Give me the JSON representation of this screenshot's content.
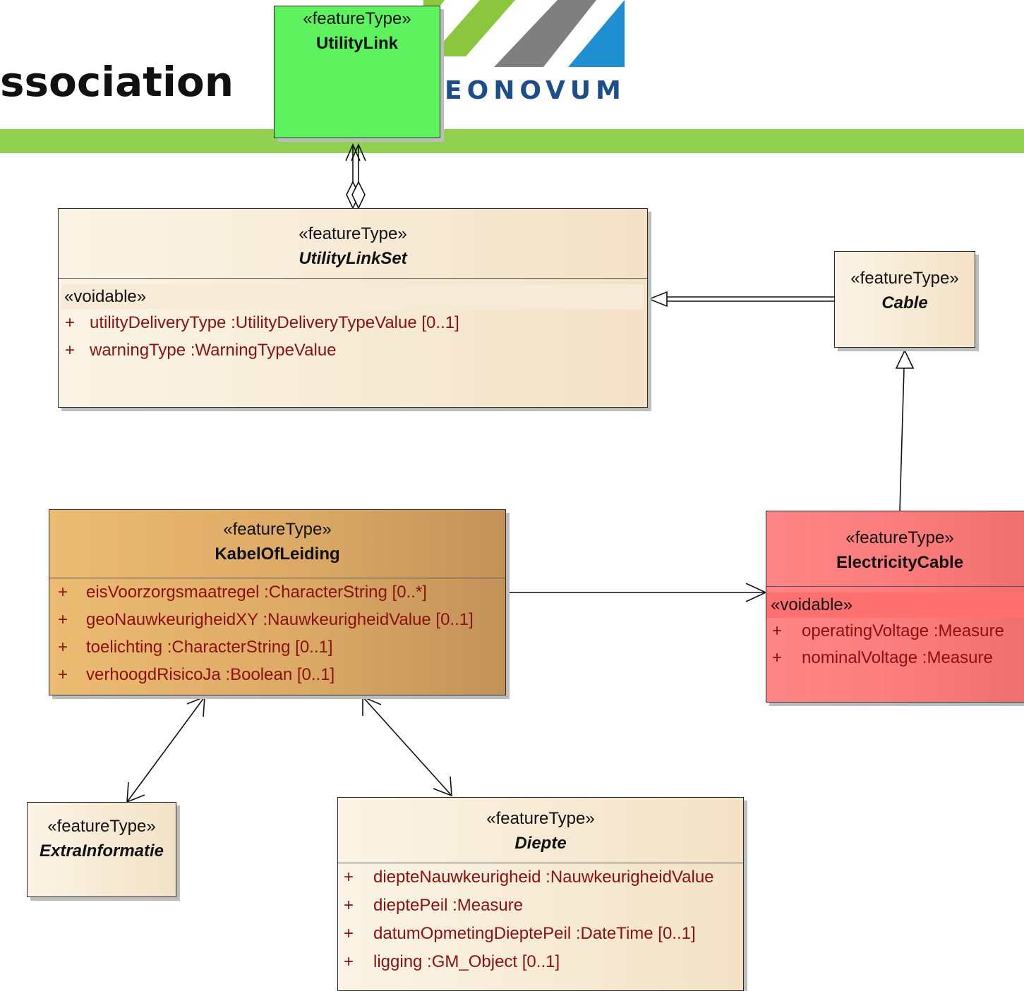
{
  "slide": {
    "title": "ssociation",
    "logo_text": "EONOVUM",
    "colors": {
      "title_bar": "#92d050",
      "logo_green": "#8cc63f",
      "logo_gray": "#7f7f7f",
      "logo_blue": "#1f8fd1"
    }
  },
  "boxes": {
    "utilitylink": {
      "stereotype": "«featureType»",
      "name": "UtilityLink"
    },
    "utilitylinkset": {
      "stereotype": "«featureType»",
      "name": "UtilityLinkSet",
      "group": "«voidable»",
      "attributes": [
        {
          "vis": "+",
          "text": "utilityDeliveryType  :UtilityDeliveryTypeValue [0..1]"
        },
        {
          "vis": "+",
          "text": "warningType  :WarningTypeValue"
        }
      ]
    },
    "cable": {
      "stereotype": "«featureType»",
      "name": "Cable"
    },
    "kabelofleiding": {
      "stereotype": "«featureType»",
      "name": "KabelOfLeiding",
      "attributes": [
        {
          "vis": "+",
          "text": "eisVoorzorgsmaatregel  :CharacterString [0..*]"
        },
        {
          "vis": "+",
          "text": "geoNauwkeurigheidXY  :NauwkeurigheidValue [0..1]"
        },
        {
          "vis": "+",
          "text": "toelichting  :CharacterString [0..1]"
        },
        {
          "vis": "+",
          "text": "verhoogdRisicoJa  :Boolean [0..1]"
        }
      ]
    },
    "electricitycable": {
      "stereotype": "«featureType»",
      "name": "ElectricityCable",
      "group": "«voidable»",
      "attributes": [
        {
          "vis": "+",
          "text": "operatingVoltage  :Measure"
        },
        {
          "vis": "+",
          "text": "nominalVoltage  :Measure"
        }
      ]
    },
    "extrainformatie": {
      "stereotype": "«featureType»",
      "name": "ExtraInformatie"
    },
    "diepte": {
      "stereotype": "«featureType»",
      "name": "Diepte",
      "attributes": [
        {
          "vis": "+",
          "text": "diepteNauwkeurigheid  :NauwkeurigheidValue"
        },
        {
          "vis": "+",
          "text": "dieptePeil  :Measure"
        },
        {
          "vis": "+",
          "text": "datumOpmetingDieptePeil  :DateTime [0..1]"
        },
        {
          "vis": "+",
          "text": "ligging  :GM_Object [0..1]"
        }
      ]
    }
  }
}
